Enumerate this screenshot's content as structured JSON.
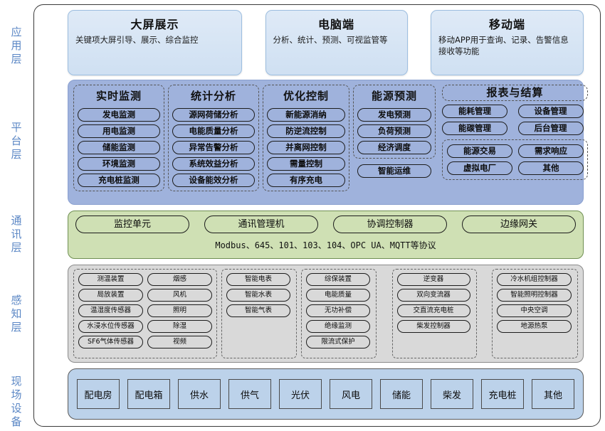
{
  "layers": [
    {
      "key": "application",
      "label": "应用层"
    },
    {
      "key": "platform",
      "label": "平台层"
    },
    {
      "key": "communication",
      "label": "通讯层"
    },
    {
      "key": "perception",
      "label": "感知层"
    },
    {
      "key": "field",
      "label": "现场设备"
    }
  ],
  "application": {
    "cards": [
      {
        "title": "大屏展示",
        "desc": "关键项大屏引导、展示、综合监控"
      },
      {
        "title": "电脑端",
        "desc": "分析、统计、预测、可视监管等"
      },
      {
        "title": "移动端",
        "desc": "移动APP用于查询、记录、告警信息接收等功能"
      }
    ]
  },
  "platform": {
    "columns": [
      {
        "title": "实时监测",
        "items": [
          "发电监测",
          "用电监测",
          "储能监测",
          "环境监测",
          "充电桩监测"
        ]
      },
      {
        "title": "统计分析",
        "items": [
          "源网荷储分析",
          "电能质量分析",
          "异常告警分析",
          "系统效益分析",
          "设备能效分析"
        ]
      },
      {
        "title": "优化控制",
        "items": [
          "新能源消纳",
          "防逆流控制",
          "并离网控制",
          "需量控制",
          "有序充电"
        ]
      },
      {
        "title": "能源预测",
        "items": [
          "发电预测",
          "负荷预测",
          "经济调度"
        ],
        "standalone": [
          "智能运维"
        ]
      }
    ],
    "report": {
      "title": "报表与结算",
      "top_items": [
        "能耗管理",
        "设备管理",
        "能碳管理",
        "后台管理"
      ],
      "sub_items": [
        "能源交易",
        "需求响应",
        "虚拟电厂",
        "其他"
      ]
    }
  },
  "communication": {
    "units": [
      "监控单元",
      "通讯管理机",
      "协调控制器",
      "边缘网关"
    ],
    "protocols": "Modbus、645、101、103、104、OPC UA、MQTT等协议"
  },
  "perception": {
    "groups": [
      {
        "name": "sensing-devices",
        "columns": [
          [
            "测温装置",
            "局放装置",
            "温湿度传感器",
            "水浸水位传感器",
            "SF6气体传感器"
          ],
          [
            "烟感",
            "风机",
            "照明",
            "除湿",
            "视频"
          ]
        ]
      },
      {
        "name": "smart-meters",
        "columns": [
          [
            "智能电表",
            "智能水表",
            "智能气表"
          ]
        ]
      },
      {
        "name": "power-protection",
        "columns": [
          [
            "综保装置",
            "电能质量",
            "无功补偿",
            "绝缘监测",
            "限流式保护"
          ]
        ]
      },
      {
        "name": "converters",
        "columns": [
          [
            "逆变器",
            "双向变流器",
            "交直流充电桩",
            "柴发控制器"
          ]
        ]
      },
      {
        "name": "hvac-controllers",
        "columns": [
          [
            "冷水机组控制器",
            "智能照明控制器",
            "中央空调",
            "地源热泵"
          ]
        ]
      }
    ]
  },
  "field": {
    "items": [
      "配电房",
      "配电箱",
      "供水",
      "供气",
      "光伏",
      "风电",
      "储能",
      "柴发",
      "充电桩",
      "其他"
    ]
  },
  "colors": {
    "application_card": "#cfe0f2",
    "platform_panel": "#9fb2dc",
    "communication_panel": "#cfe0b4",
    "perception_panel": "#d9d9d9",
    "field_panel": "#bcd2ea",
    "layer_label": "#5b87c5"
  }
}
